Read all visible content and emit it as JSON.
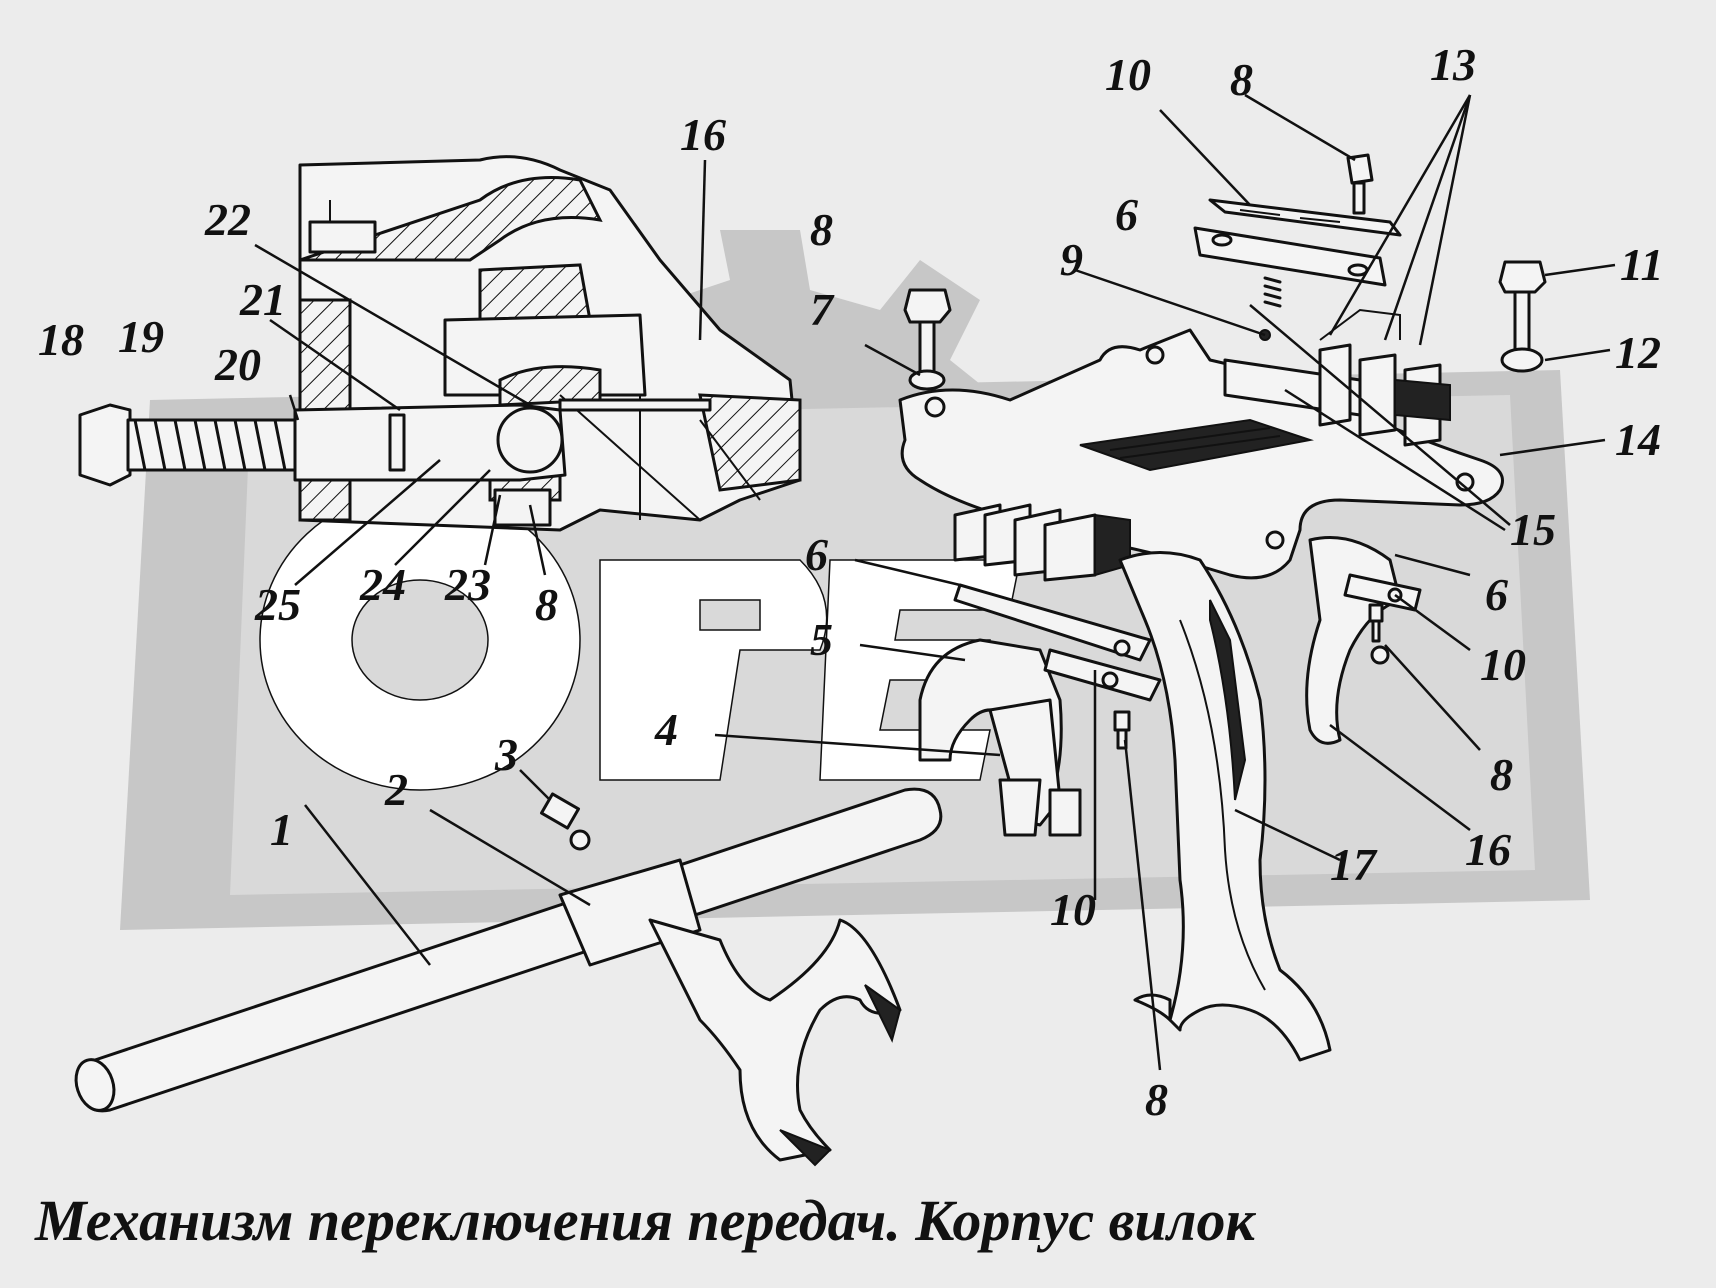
{
  "caption": "Механизм переключения передач. Корпус вилок",
  "watermark_text": "ОРЕ",
  "callouts": [
    {
      "id": "c1",
      "text": "1"
    },
    {
      "id": "c2",
      "text": "2"
    },
    {
      "id": "c3",
      "text": "3"
    },
    {
      "id": "c4",
      "text": "4"
    },
    {
      "id": "c5",
      "text": "5"
    },
    {
      "id": "c6a",
      "text": "6"
    },
    {
      "id": "c6b",
      "text": "6"
    },
    {
      "id": "c6c",
      "text": "6"
    },
    {
      "id": "c7",
      "text": "7"
    },
    {
      "id": "c8a",
      "text": "8"
    },
    {
      "id": "c8b",
      "text": "8"
    },
    {
      "id": "c8c",
      "text": "8"
    },
    {
      "id": "c8d",
      "text": "8"
    },
    {
      "id": "c8e",
      "text": "8"
    },
    {
      "id": "c9",
      "text": "9"
    },
    {
      "id": "c10a",
      "text": "10"
    },
    {
      "id": "c10b",
      "text": "10"
    },
    {
      "id": "c10c",
      "text": "10"
    },
    {
      "id": "c11",
      "text": "11"
    },
    {
      "id": "c12",
      "text": "12"
    },
    {
      "id": "c13",
      "text": "13"
    },
    {
      "id": "c14",
      "text": "14"
    },
    {
      "id": "c15",
      "text": "15"
    },
    {
      "id": "c16a",
      "text": "16"
    },
    {
      "id": "c16b",
      "text": "16"
    },
    {
      "id": "c17",
      "text": "17"
    },
    {
      "id": "c18",
      "text": "18"
    },
    {
      "id": "c19",
      "text": "19"
    },
    {
      "id": "c20",
      "text": "20"
    },
    {
      "id": "c21",
      "text": "21"
    },
    {
      "id": "c22",
      "text": "22"
    },
    {
      "id": "c23",
      "text": "23"
    },
    {
      "id": "c24",
      "text": "24"
    },
    {
      "id": "c25",
      "text": "25"
    }
  ]
}
